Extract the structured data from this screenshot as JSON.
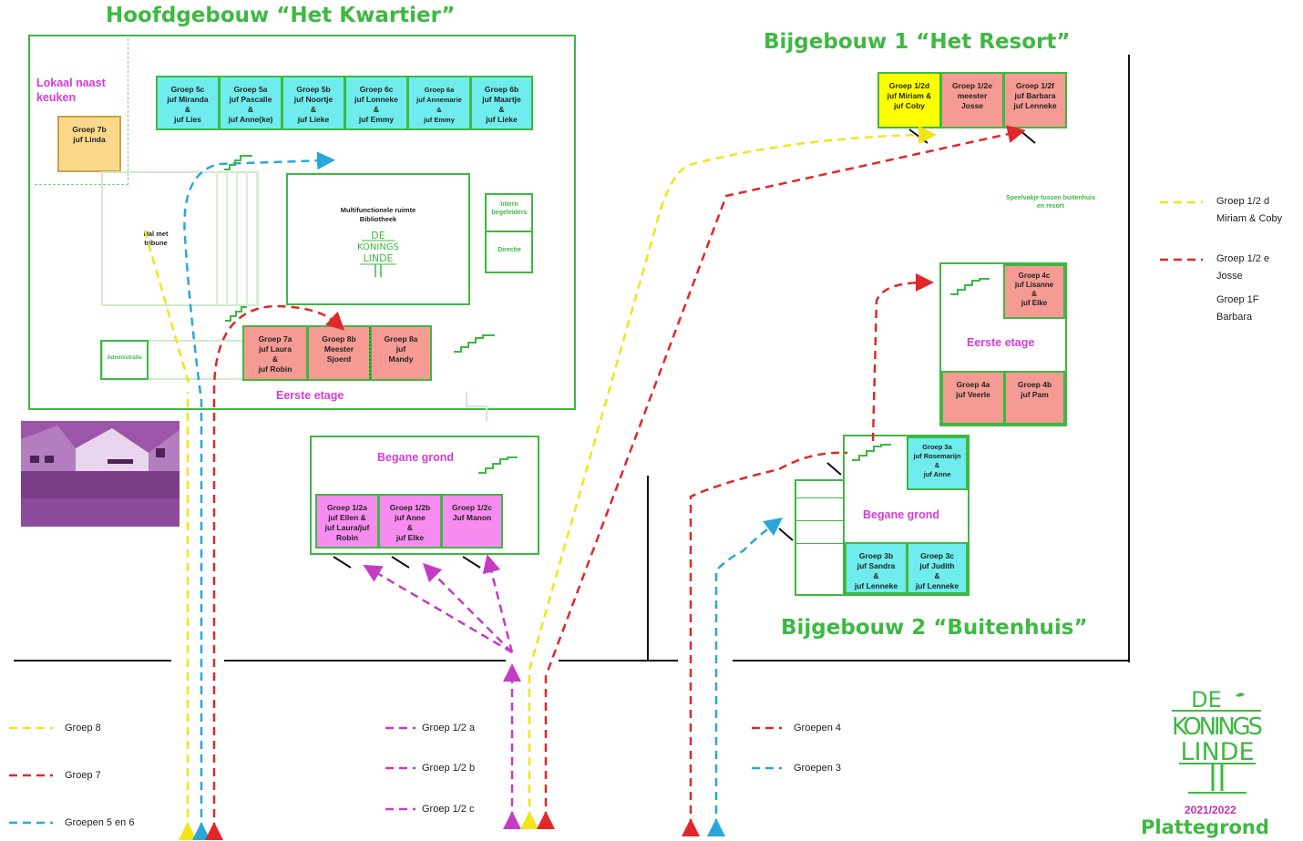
{
  "titles": {
    "main": "Hoofdgebouw “Het Kwartier”",
    "annex1": "Bijgebouw 1 “Het Resort”",
    "annex2": "Bijgebouw 2 “Buitenhuis”"
  },
  "main_building": {
    "lokaal_label": "Lokaal naast keuken",
    "top_rooms": [
      "Groep 5c\njuf Miranda\n&\njuf Lies",
      "Groep 5a\njuf Pascalle\n&\njuf Anne(ke)",
      "Groep 5b\njuf Noortje\n&\njuf Lieke",
      "Groep 6c\njuf Lonneke\n&\njuf Emmy",
      "Groep 6a\njuf Annemarie\n&\njuf Emmy",
      "Groep 6b\njuf Maartje\n&\njuf Lieke"
    ],
    "group7b": "Groep 7b\njuf Linda",
    "hal": "Hal met\ntribune",
    "multi_line1": "Multifunctionele ruimte",
    "multi_line2": "Bibliotheek",
    "intern": "Intern\nbegeleiders",
    "directie": "Directie",
    "administratie": "Administratie",
    "first_floor_rooms": [
      "Groep 7a\njuf Laura\n&\njuf Robin",
      "Groep 8b\nMeester\nSjoerd",
      "Groep 8a\njuf\nMandy"
    ],
    "first_floor_label": "Eerste etage"
  },
  "ground_floor_main": {
    "label": "Begane grond",
    "rooms": [
      "Groep 1/2a\njuf Ellen &\njuf Laura/juf\nRobin",
      "Groep 1/2b\njuf Anne\n&\njuf Elke",
      "Groep 1/2c\nJuf Manon"
    ]
  },
  "resort": {
    "rooms": [
      "Groep 1/2d\njuf Miriam &\njuf Coby",
      "Groep 1/2e\nmeester\nJosse",
      "Groep 1/2f\njuf Barbara\njuf Lenneke"
    ],
    "playground": "Speelvakje tussen buitenhuis\nen resort"
  },
  "buitenhuis": {
    "first_floor_label": "Eerste etage",
    "group4c": "Groep 4c\njuf Lisanne\n&\njuf Elke",
    "group4a": "Groep 4a\njuf Veerle",
    "group4b": "Groep 4b\njuf Pam",
    "ground_label": "Begane grond",
    "group3a": "Groep 3a\njuf Rosemarijn\n&\njuf Anne",
    "group3b": "Groep 3b\njuf Sandra\n&\njuf Lenneke",
    "group3c": "Groep 3c\njuf Judith\n&\njuf Lenneke"
  },
  "logo": {
    "line1": "DE",
    "line2": "KONINGS",
    "line3": "LINDE",
    "year": "2021/2022",
    "subtitle": "Plattegrond"
  },
  "legend_left": [
    {
      "label": "Groep  8",
      "color": "#ffeb3b"
    },
    {
      "label": "Groep 7",
      "color": "#e02828"
    },
    {
      "label": "Groepen 5 en 6",
      "color": "#2aa7d8"
    }
  ],
  "legend_mid": [
    {
      "label": "Groep  1/2 a",
      "color": "#c43cc4"
    },
    {
      "label": "Groep  1/2 b",
      "color": "#c43cc4"
    },
    {
      "label": "Groep  1/2 c",
      "color": "#c43cc4"
    }
  ],
  "legend_right": [
    {
      "label": "Groepen 4",
      "color": "#e02828"
    },
    {
      "label": "Groepen 3",
      "color": "#2aa7d8"
    }
  ],
  "legend_top_right": {
    "item1_line1": "Groep  1/2 d",
    "item1_line2": "Miriam & Coby",
    "item2_line1": "Groep 1/2 e",
    "item2_line2": "Josse",
    "item3_line1": "Groep 1F",
    "item3_line2": "Barbara",
    "yellow": "#ffeb3b",
    "red": "#e02828"
  },
  "colors": {
    "green": "#3fb843",
    "cyan_room": "#6fecee",
    "salmon_room": "#f59b93",
    "pink_room": "#f78cf0",
    "yellow_room": "#ffff00",
    "magenta_label": "#d63bd6"
  }
}
